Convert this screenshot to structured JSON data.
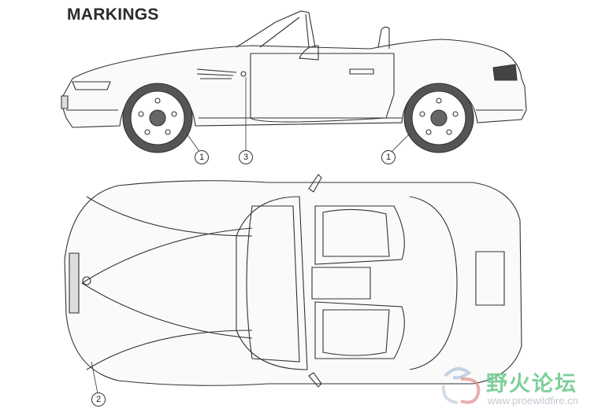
{
  "title": "MARKINGS",
  "callouts": {
    "front_wheel": "1",
    "door_badge": "3",
    "rear_wheel": "1",
    "hood_badge": "2"
  },
  "watermark": {
    "name": "野火论坛",
    "url": "www.proewildfire.cn"
  }
}
